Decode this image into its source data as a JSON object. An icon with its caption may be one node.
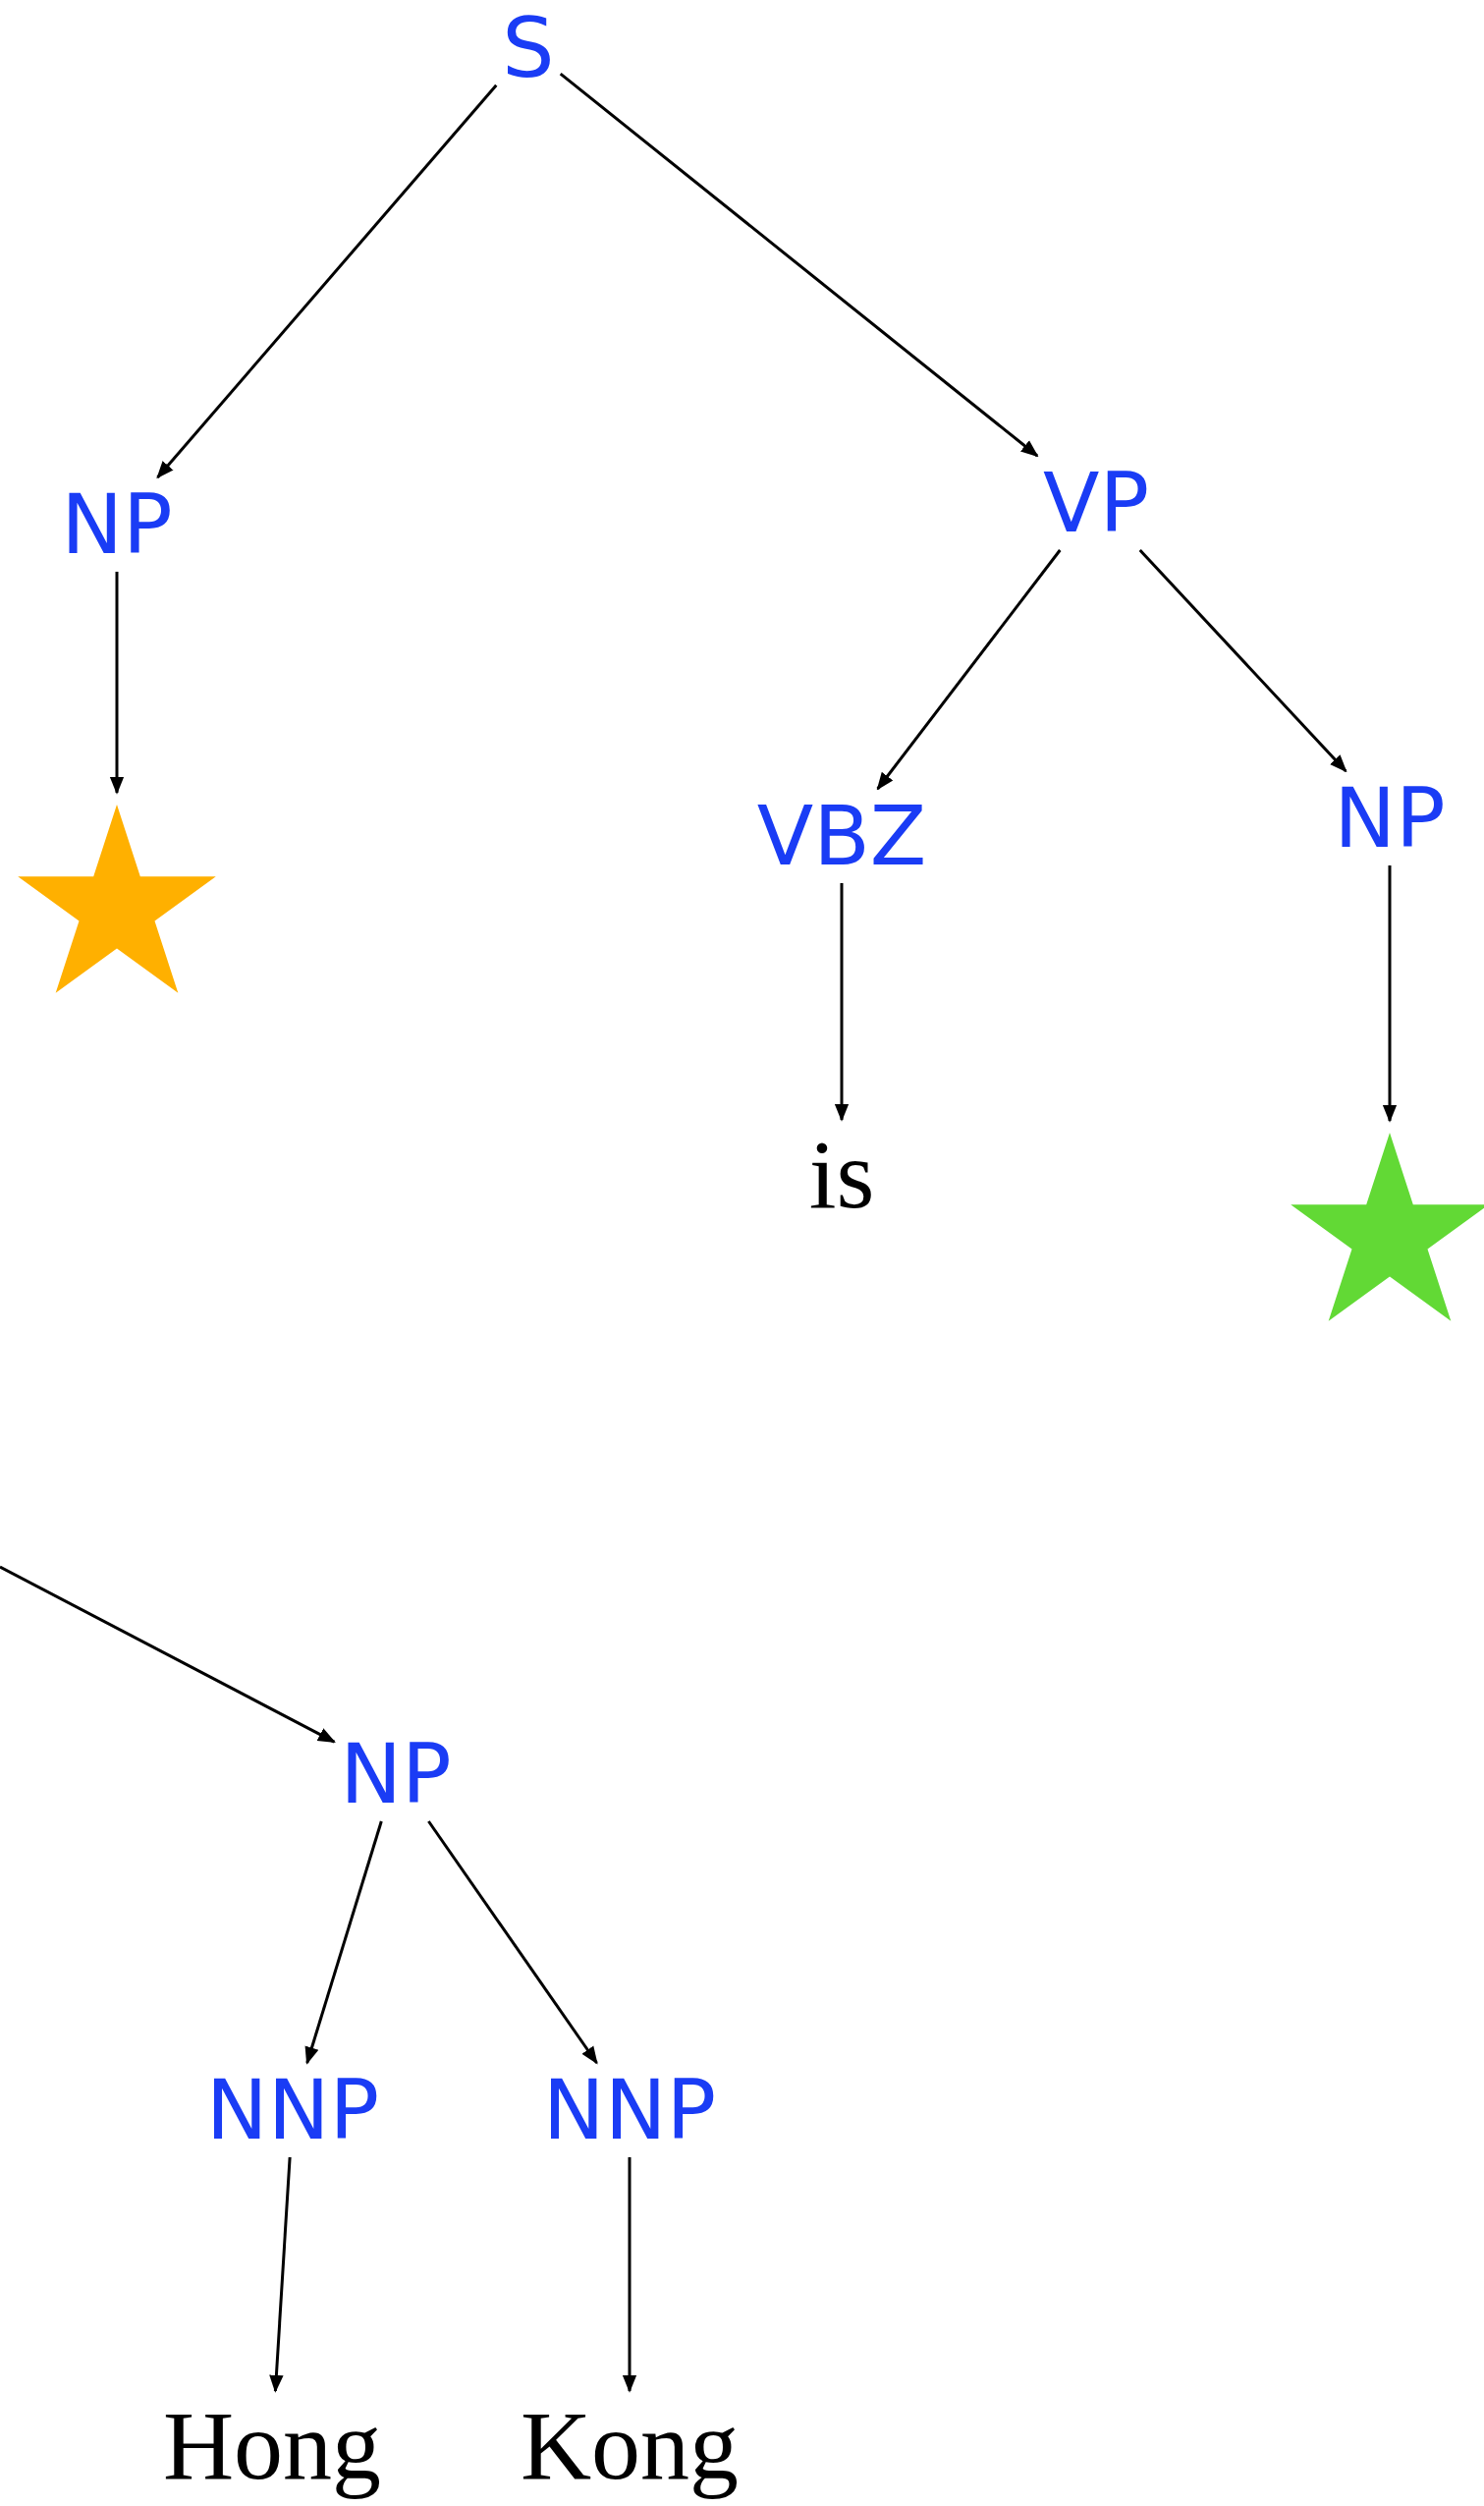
{
  "diagram": {
    "nodes": [
      {
        "text": [
          "S"
        ]
      },
      {
        "text": [
          "NP"
        ]
      },
      {
        "text": [],
        "shape": "star"
      },
      {
        "text": [
          "VP"
        ]
      },
      {
        "text": [
          "VBZ"
        ]
      },
      {
        "text": [
          "NP"
        ]
      },
      {
        "text": [
          "is"
        ]
      },
      {
        "text": [],
        "shape": "star"
      },
      {
        "text": [
          "NP"
        ]
      },
      {
        "text": [
          "NNP"
        ]
      },
      {
        "text": [
          "NNP"
        ]
      },
      {
        "text": [
          "Hong"
        ]
      },
      {
        "text": [
          "Kong"
        ]
      }
    ],
    "edges": [
      {
        "from": 0,
        "to": 1,
        "arrow": "to"
      },
      {
        "from": 0,
        "to": 3,
        "arrow": "to"
      },
      {
        "from": 1,
        "to": 2,
        "arrow": "to"
      },
      {
        "from": 3,
        "to": 4,
        "arrow": "to"
      },
      {
        "from": 3,
        "to": 5,
        "arrow": "to"
      },
      {
        "from": 4,
        "to": 6,
        "arrow": "to"
      },
      {
        "from": 5,
        "to": 7,
        "arrow": "to"
      },
      {
        "from": null,
        "to": 8,
        "arrow": "to"
      },
      {
        "from": 8,
        "to": 9,
        "arrow": "to"
      },
      {
        "from": 8,
        "to": 10,
        "arrow": "to"
      },
      {
        "from": 9,
        "to": 11,
        "arrow": "to"
      },
      {
        "from": 10,
        "to": 12,
        "arrow": "to"
      }
    ]
  }
}
